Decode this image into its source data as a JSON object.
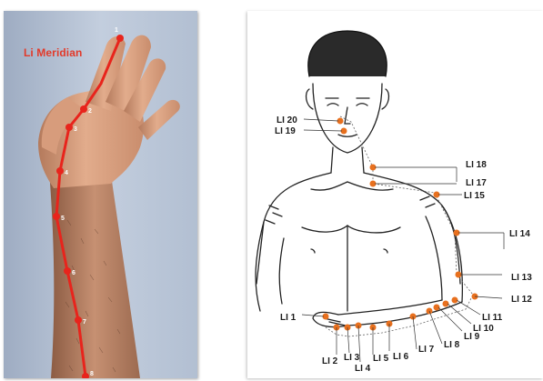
{
  "photo": {
    "title": "Li Meridian",
    "point_numbers": [
      "1",
      "2",
      "3",
      "4",
      "5",
      "6",
      "7",
      "8"
    ]
  },
  "diagram": {
    "labels": [
      "LI 20",
      "LI 19",
      "LI 18",
      "LI 17",
      "LI 15",
      "LI 14",
      "LI 13",
      "LI 12",
      "LI 11",
      "LI 10",
      "LI 9",
      "LI 8",
      "LI 7",
      "LI 6",
      "LI 5",
      "LI 4",
      "LI 3",
      "LI 2",
      "LI 1"
    ]
  },
  "colors": {
    "meridian_line": "#e8241c",
    "point_dot": "#e8701e",
    "photo_background": "#b8c4d6"
  }
}
